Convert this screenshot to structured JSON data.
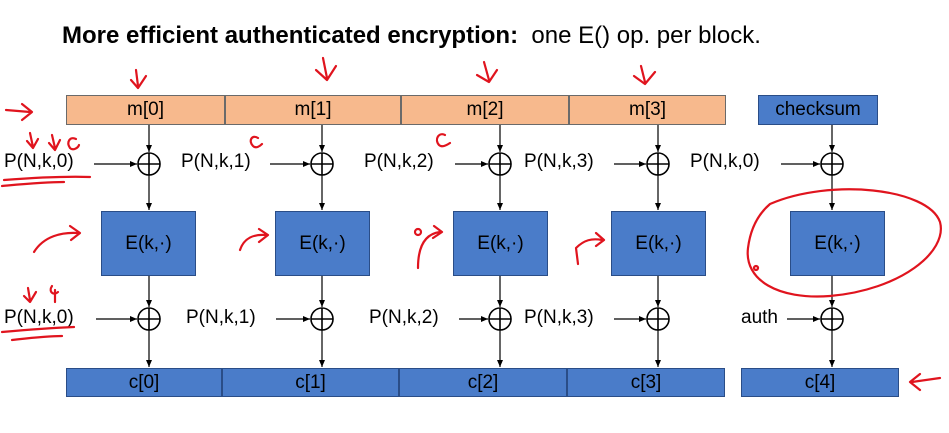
{
  "title": {
    "bold": "More efficient authenticated encryption:",
    "rest": "one E() op. per block."
  },
  "message_blocks": [
    "m[0]",
    "m[1]",
    "m[2]",
    "m[3]"
  ],
  "checksum": "checksum",
  "p_in": [
    "P(N,k,0)",
    "P(N,k,1)",
    "P(N,k,2)",
    "P(N,k,3)",
    "P(N,k,0)"
  ],
  "e_boxes": [
    "E(k,·)",
    "E(k,·)",
    "E(k,·)",
    "E(k,·)",
    "E(k,·)"
  ],
  "p_out": [
    "P(N,k,0)",
    "P(N,k,1)",
    "P(N,k,2)",
    "P(N,k,3)"
  ],
  "auth": "auth",
  "cipher_blocks": [
    "c[0]",
    "c[1]",
    "c[2]",
    "c[3]"
  ],
  "tag": "c[4]",
  "colors": {
    "message_fill": "#f7b98d",
    "block_fill": "#4a7cc9",
    "annotation": "#e0141e"
  }
}
